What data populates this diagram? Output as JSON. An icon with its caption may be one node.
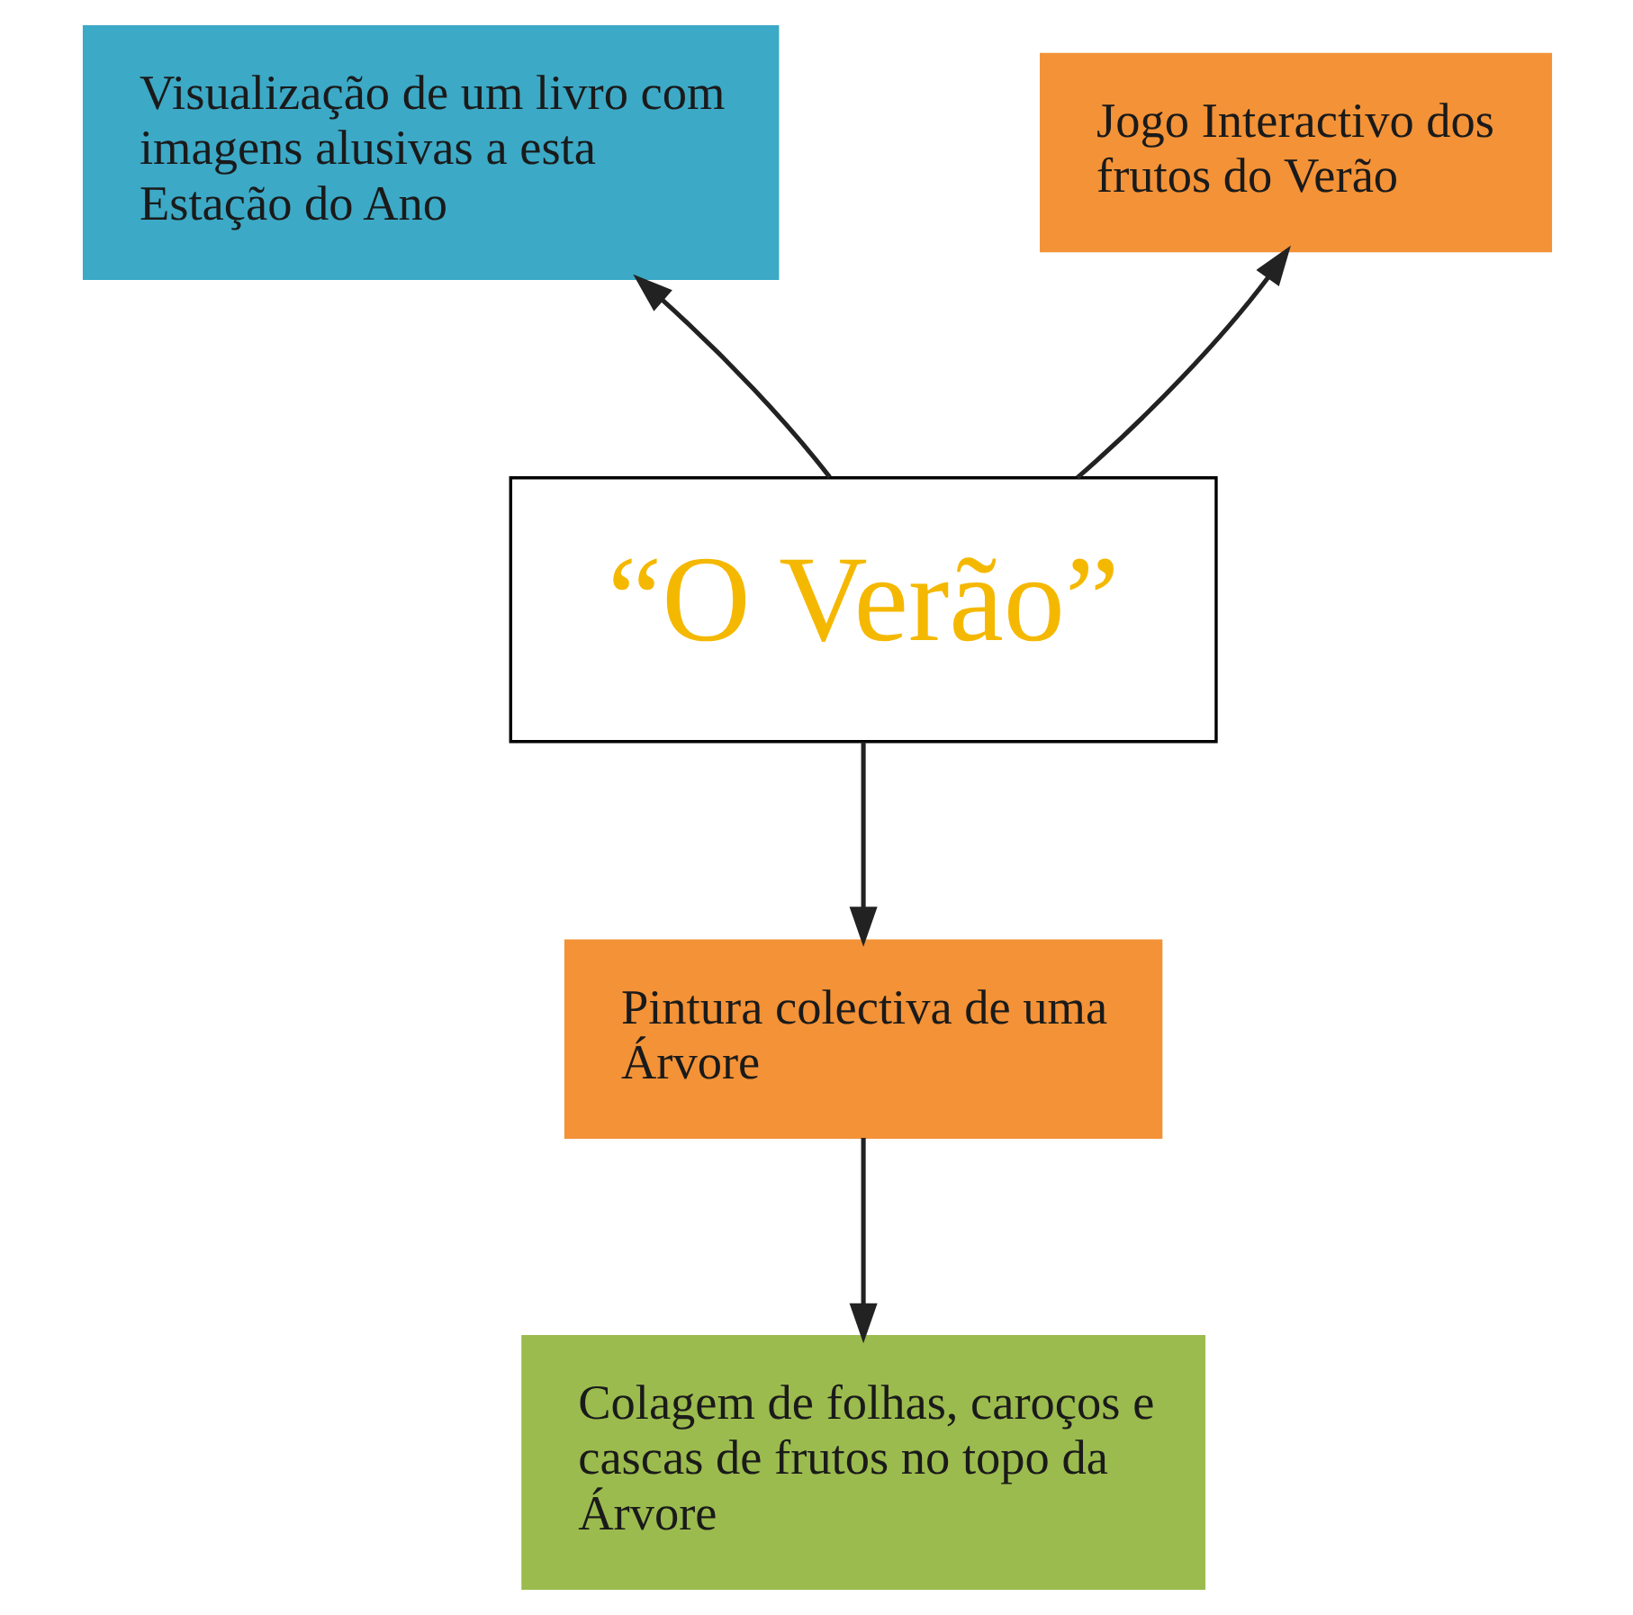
{
  "diagram": {
    "nodes": [
      {
        "text": [
          "Visualização de um livro com imagens alusivas a esta Estação do Ano"
        ]
      },
      {
        "text": [
          "Jogo Interactivo dos frutos do Verão"
        ]
      },
      {
        "text": [
          "“O Verão”"
        ]
      },
      {
        "text": [
          "Pintura colectiva de uma Árvore"
        ]
      },
      {
        "text": [
          "Colagem de folhas, caroços e cascas de frutos no topo da Árvore"
        ]
      }
    ],
    "edges": [
      {
        "from": 2,
        "to": 0,
        "arrow": "to"
      },
      {
        "from": 2,
        "to": 1,
        "arrow": "to"
      },
      {
        "from": 2,
        "to": 3,
        "arrow": "to"
      },
      {
        "from": 3,
        "to": 4,
        "arrow": "to"
      }
    ]
  }
}
